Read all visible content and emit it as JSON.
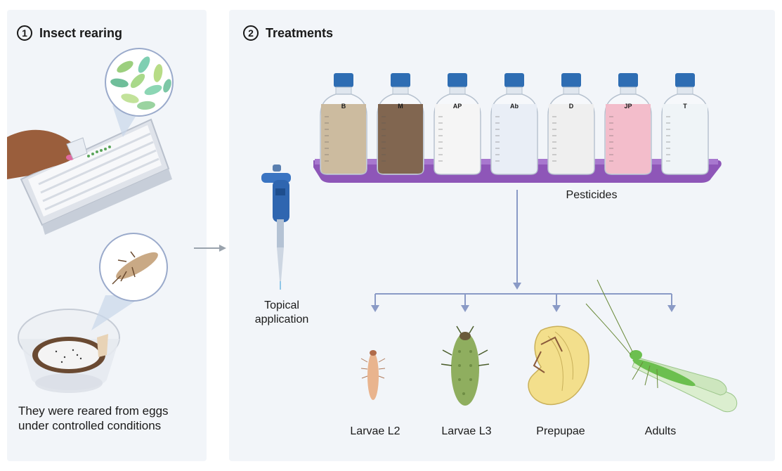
{
  "step1": {
    "number": "1",
    "title": "Insect rearing"
  },
  "step2": {
    "number": "2",
    "title": "Treatments"
  },
  "caption_left": {
    "line1": "They were reared from eggs",
    "line2": "under controlled conditions"
  },
  "pipette_label": {
    "line1": "Topical",
    "line2": "application"
  },
  "pesticides_label": "Pesticides",
  "bottles": [
    {
      "label": "B",
      "color": "#c9b79a"
    },
    {
      "label": "M",
      "color": "#7a5e47"
    },
    {
      "label": "AP",
      "color": "#f4f4f4"
    },
    {
      "label": "Ab",
      "color": "#e8edf6"
    },
    {
      "label": "D",
      "color": "#eeeeee"
    },
    {
      "label": "JP",
      "color": "#f2b9c8"
    },
    {
      "label": "T",
      "color": "#eef3f7"
    }
  ],
  "stages": [
    {
      "label": "Larvae L2"
    },
    {
      "label": "Larvae L3"
    },
    {
      "label": "Prepupae"
    },
    {
      "label": "Adults"
    }
  ],
  "colors": {
    "arrow": "#8a9ac6",
    "tray": "#8e56b8",
    "cap": "#2e6db3",
    "panel": "#f2f5f9"
  }
}
